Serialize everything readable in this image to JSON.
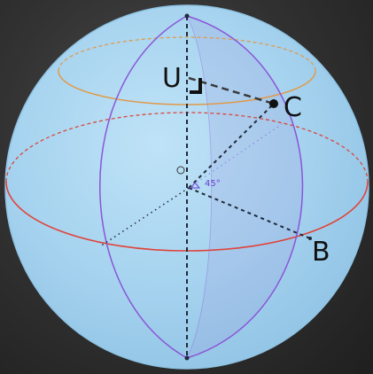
{
  "diagram": {
    "points": {
      "U": "U",
      "C": "C",
      "B": "B",
      "O": "O"
    },
    "angle_label": "45°"
  },
  "colors": {
    "sphere_fill": "#a6d3ef",
    "sphere_edge": "#8fc3e4",
    "latitude_circle": "#e09a4a",
    "equator": "#e0433a",
    "meridian": "#8a55d8",
    "axis": "#1e2a3a",
    "background": "#2f2f2f"
  }
}
